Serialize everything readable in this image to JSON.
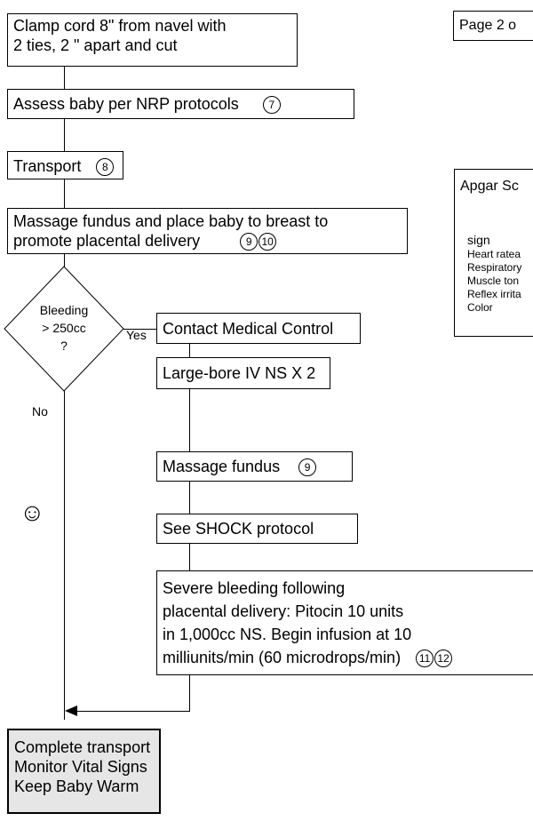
{
  "steps": {
    "clamp_cord": {
      "line1": "Clamp cord 8\" from navel with",
      "line2": "2 ties, 2 \" apart and cut"
    },
    "assess_baby": {
      "text": "Assess baby per NRP protocols",
      "ref": "7"
    },
    "transport": {
      "text": "Transport",
      "ref": "8"
    },
    "massage_fundus_placental": {
      "line1": "Massage fundus and place baby to breast to",
      "line2": "promote placental delivery",
      "refs": [
        "9",
        "10"
      ]
    },
    "decision": {
      "line1": "Bleeding",
      "line2": "> 250cc",
      "line3": "?",
      "yes_label": "Yes",
      "no_label": "No"
    },
    "contact_medical_control": {
      "text": "Contact Medical Control"
    },
    "iv_ns": {
      "text": "Large-bore IV NS X 2"
    },
    "massage_fundus": {
      "text": "Massage fundus",
      "ref": "9"
    },
    "shock_protocol": {
      "text": "See SHOCK protocol"
    },
    "severe_bleeding": {
      "line1": "Severe bleeding following",
      "line2": "placental delivery:  Pitocin 10 units",
      "line3": "in 1,000cc NS.  Begin infusion at 10",
      "line4": "milliunits/min (60 microdrops/min)",
      "refs": [
        "11",
        "12"
      ]
    },
    "complete_transport": {
      "line1": "Complete transport",
      "line2": "Monitor Vital Signs",
      "line3": "Keep Baby Warm"
    }
  },
  "page_label": "Page 2 o",
  "apgar": {
    "title": "Apgar Sc",
    "header": "sign",
    "rows": [
      "Heart ratea",
      "Respiratory",
      "Muscle ton",
      "Reflex irrita",
      "Color"
    ]
  },
  "smiley": "☺"
}
